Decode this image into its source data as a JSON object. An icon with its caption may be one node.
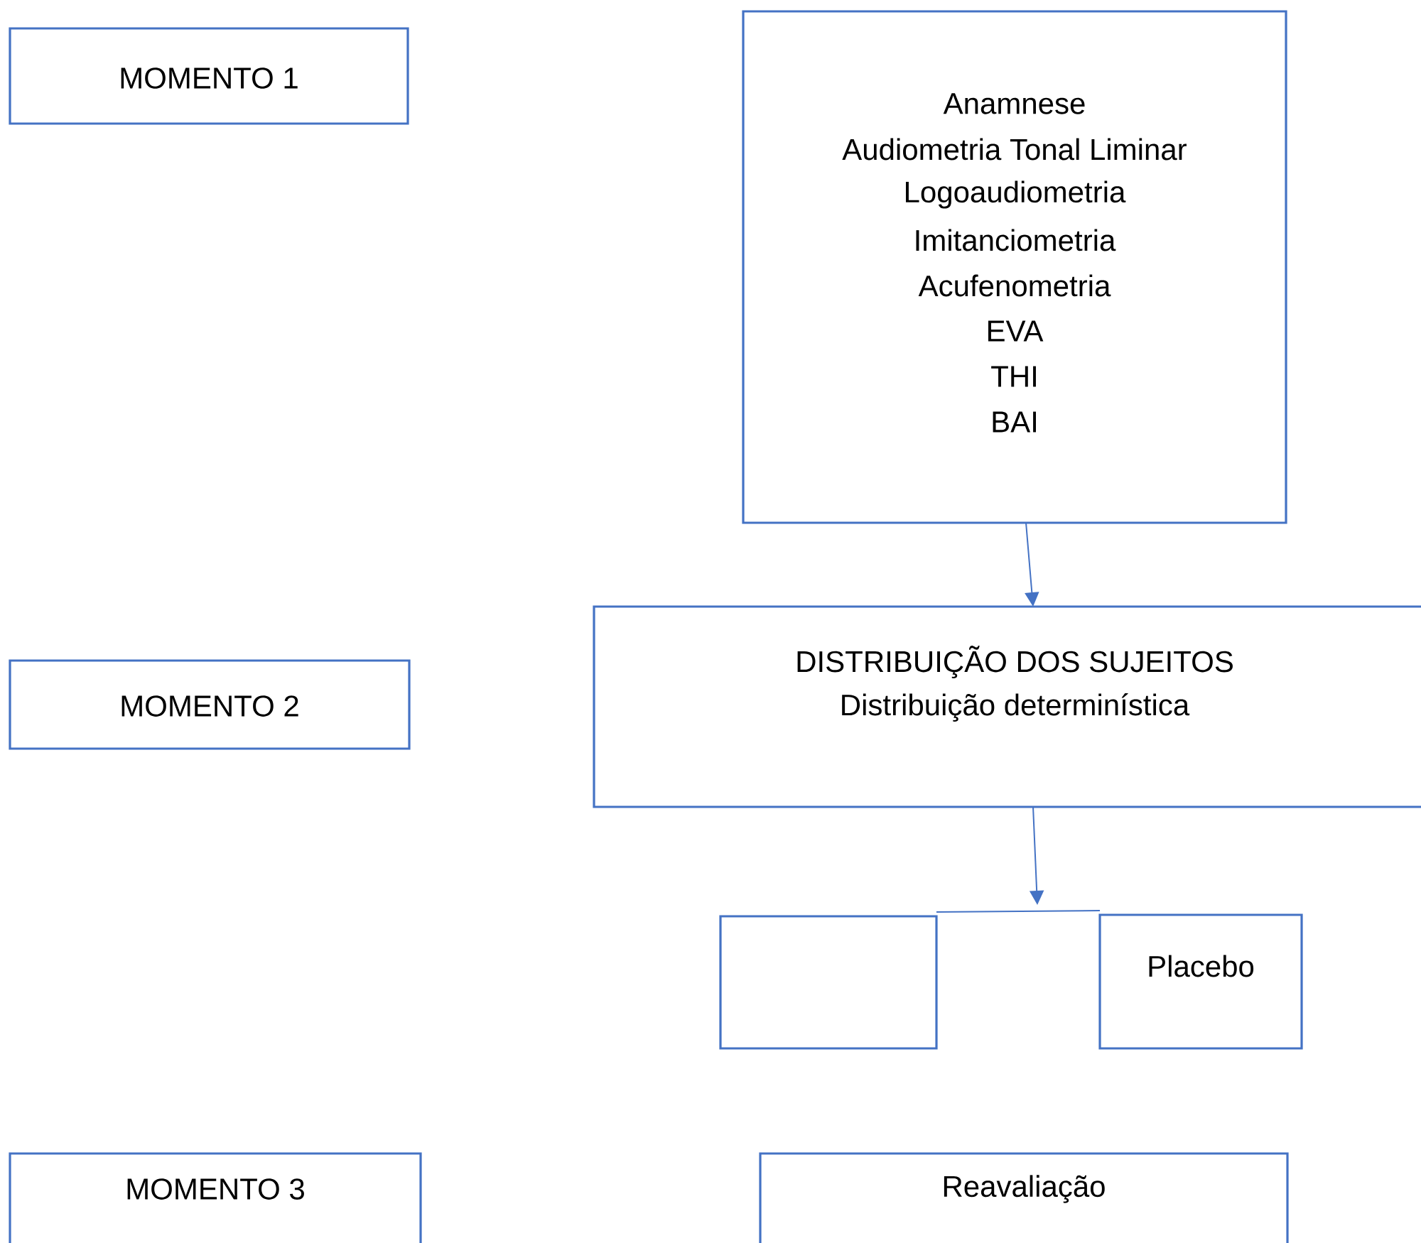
{
  "diagram": {
    "nodes": [
      {
        "text": [
          "MOMENTO 1"
        ]
      },
      {
        "text": [
          "Anamnese",
          "Audiometria Tonal Liminar",
          "Logoaudiometria",
          "Imitanciometria",
          "Acufenometria",
          "EVA",
          "THI",
          "BAI"
        ]
      },
      {
        "text": [
          "MOMENTO 2"
        ]
      },
      {
        "text": [
          "DISTRIBUIÇÃO DOS SUJEITOS",
          "Distribuição determinística"
        ]
      },
      {
        "text": [],
        "shape": "box"
      },
      {
        "text": [
          "Placebo"
        ]
      },
      {
        "text": [
          "MOMENTO 3"
        ]
      },
      {
        "text": [
          "Reavaliação"
        ]
      }
    ],
    "edges": [
      {
        "from": 1,
        "to": 3,
        "arrow": "to"
      },
      {
        "from": 3,
        "to": null,
        "arrow": "to"
      },
      {
        "from": 4,
        "to": 5,
        "arrow": "none"
      }
    ]
  }
}
